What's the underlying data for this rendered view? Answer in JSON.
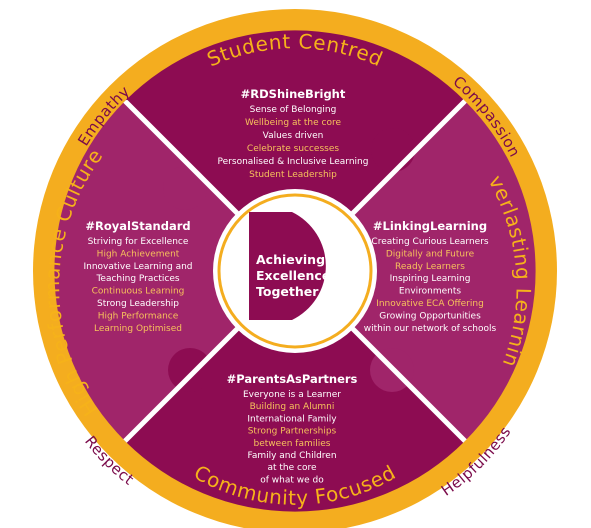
{
  "colors": {
    "outer_ring": "#f4ad1f",
    "outer_ring_text": "#7a0a4a",
    "top_piece": "#8d0c52",
    "side_piece": "#a0256a",
    "bottom_piece": "#8d0c52",
    "highlight_text": "#f7c25c",
    "center_logo": "#8d0c52",
    "center_ring": "#f4ad1f"
  },
  "outer_values": {
    "top_left": "Empathy",
    "top_right": "Compassion",
    "bottom_left": "Respect",
    "bottom_right": "Helpfulness"
  },
  "arc_labels": {
    "top": "Student Centred",
    "right": "Everlasting Learning",
    "bottom": "Community Focused",
    "left": "High Performance Culture"
  },
  "center": {
    "line1": "Achieving",
    "line2": "Excellence",
    "line3": "Together"
  },
  "sections": {
    "top": {
      "heading": "#RDShineBright",
      "items": [
        {
          "text": "Sense of Belonging",
          "highlight": false
        },
        {
          "text": "Wellbeing at the core",
          "highlight": true
        },
        {
          "text": "Values driven",
          "highlight": false
        },
        {
          "text": "Celebrate successes",
          "highlight": true
        },
        {
          "text": "Personalised & Inclusive Learning",
          "highlight": false
        },
        {
          "text": "Student Leadership",
          "highlight": true
        }
      ]
    },
    "left": {
      "heading": "#RoyalStandard",
      "items": [
        {
          "text": "Striving for Excellence",
          "highlight": false
        },
        {
          "text": "High Achievement",
          "highlight": true
        },
        {
          "text": "Innovative Learning and",
          "highlight": false
        },
        {
          "text": "Teaching Practices",
          "highlight": false
        },
        {
          "text": "Continuous Learning",
          "highlight": true
        },
        {
          "text": "Strong Leadership",
          "highlight": false
        },
        {
          "text": "High Performance",
          "highlight": true
        },
        {
          "text": "Learning Optimised",
          "highlight": true
        }
      ]
    },
    "right": {
      "heading": "#LinkingLearning",
      "items": [
        {
          "text": "Creating Curious Learners",
          "highlight": false
        },
        {
          "text": "Digitally and Future",
          "highlight": true
        },
        {
          "text": "Ready Learners",
          "highlight": true
        },
        {
          "text": "Inspiring Learning",
          "highlight": false
        },
        {
          "text": "Environments",
          "highlight": false
        },
        {
          "text": "Innovative ECA Offering",
          "highlight": true
        },
        {
          "text": "Growing Opportunities",
          "highlight": false
        },
        {
          "text": "within our network of schools",
          "highlight": false
        }
      ]
    },
    "bottom": {
      "heading": "#ParentsAsPartners",
      "items": [
        {
          "text": "Everyone is a Learner",
          "highlight": false
        },
        {
          "text": "Building an Alumni",
          "highlight": true
        },
        {
          "text": "International Family",
          "highlight": false
        },
        {
          "text": "Strong Partnerships",
          "highlight": true
        },
        {
          "text": "between families",
          "highlight": true
        },
        {
          "text": "Family and Children",
          "highlight": false
        },
        {
          "text": "at the core",
          "highlight": false
        },
        {
          "text": "of what we do",
          "highlight": false
        }
      ]
    }
  }
}
